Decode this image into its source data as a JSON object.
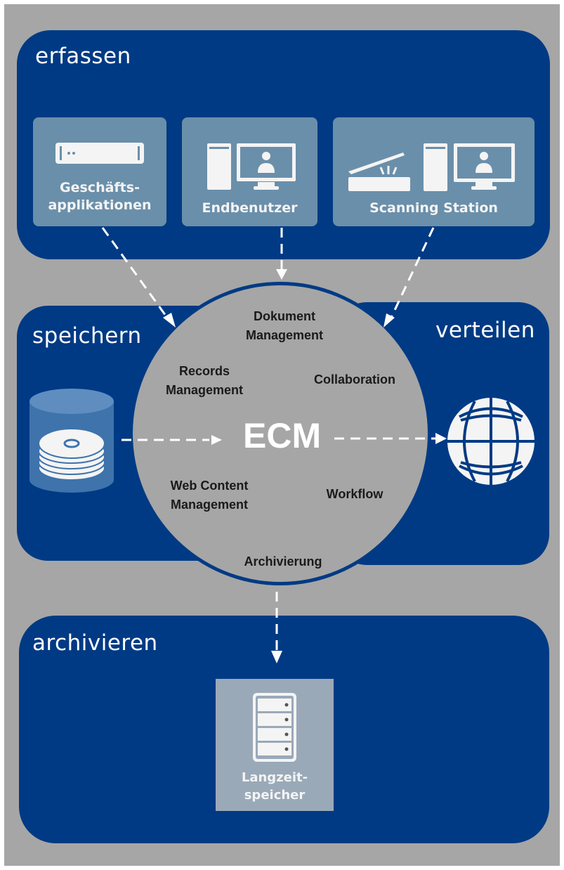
{
  "panels": {
    "capture": {
      "title": "erfassen"
    },
    "store": {
      "title": "speichern"
    },
    "distribute": {
      "title": "verteilen"
    },
    "archive": {
      "title": "archivieren"
    }
  },
  "sources": [
    {
      "label_line1": "Geschäfts-",
      "label_line2": "applikationen",
      "icon": "server-icon"
    },
    {
      "label_line1": "Endbenutzer",
      "icon": "workstation-icon"
    },
    {
      "label_line1": "Scanning Station",
      "icon": "scanner-workstation-icon"
    }
  ],
  "ecm": {
    "title": "ECM",
    "components": {
      "document_management": {
        "line1": "Dokument",
        "line2": "Management"
      },
      "records_management": {
        "line1": "Records",
        "line2": "Management"
      },
      "collaboration": {
        "line1": "Collaboration"
      },
      "web_content_management": {
        "line1": "Web Content",
        "line2": "Management"
      },
      "workflow": {
        "line1": "Workflow"
      },
      "archiving": {
        "line1": "Archivierung"
      }
    }
  },
  "storage": {
    "icon": "database-disks-icon"
  },
  "distribution": {
    "icon": "globe-icon"
  },
  "long_term_storage": {
    "label_line1": "Langzeit-",
    "label_line2": "speicher",
    "icon": "server-rack-icon"
  },
  "colors": {
    "panel": "#003a84",
    "background": "#a6a6a6",
    "card": "#6a8faa",
    "arrow": "#ffffff"
  }
}
